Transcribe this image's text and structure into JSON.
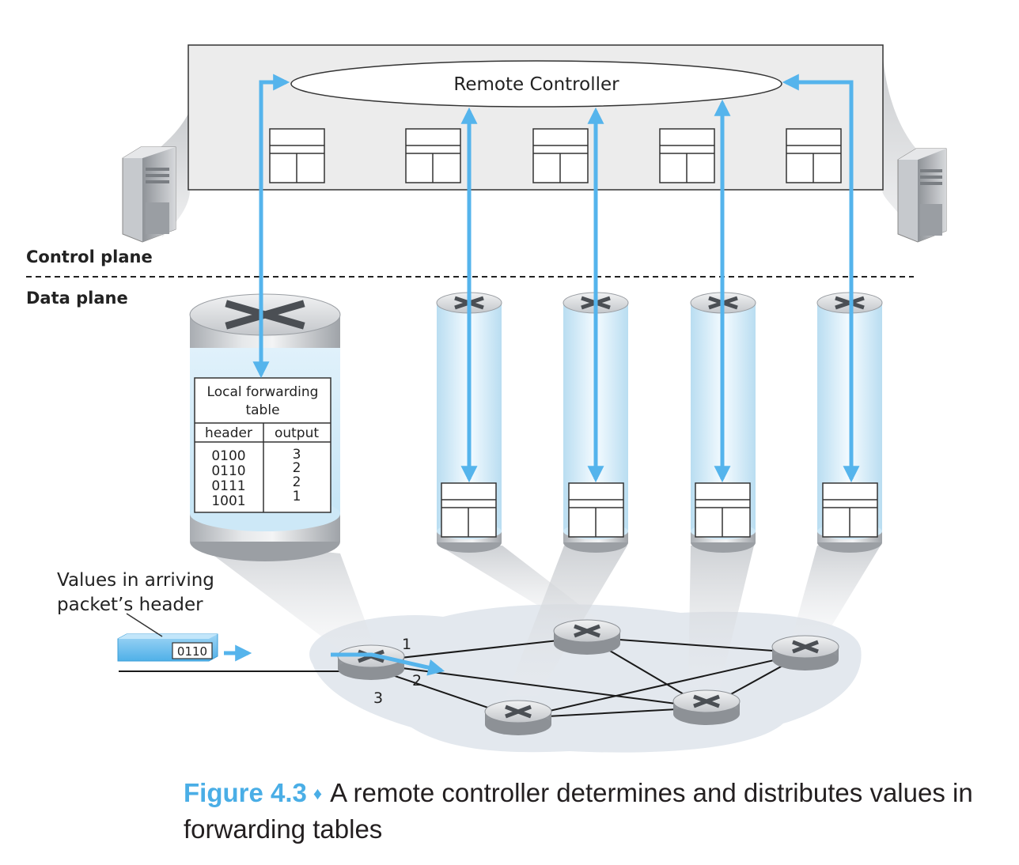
{
  "diagram": {
    "controller_label": "Remote Controller",
    "control_plane_label": "Control plane",
    "data_plane_label": "Data plane",
    "forwarding_table": {
      "title": "Local forwarding table",
      "title_line1": "Local forwarding",
      "title_line2": "table",
      "col_header": "header",
      "col_output": "output",
      "headers": [
        "0100",
        "0110",
        "0111",
        "1001"
      ],
      "outputs": [
        "3",
        "2",
        "2",
        "1"
      ]
    },
    "packet_annotation_line1": "Values in arriving",
    "packet_annotation_line2": "packet’s header",
    "packet_value": "0110",
    "port_labels": [
      "1",
      "2",
      "3"
    ],
    "colors": {
      "arrow": "#55b4ec",
      "controller_panel": "#ececec",
      "network_cloud": "#e3e8ee",
      "router_body": "#c9ccd0"
    }
  },
  "caption": {
    "figure_label": "Figure 4.3",
    "separator": "♦",
    "text": "A remote controller determines and distributes values in forwarding tables"
  }
}
